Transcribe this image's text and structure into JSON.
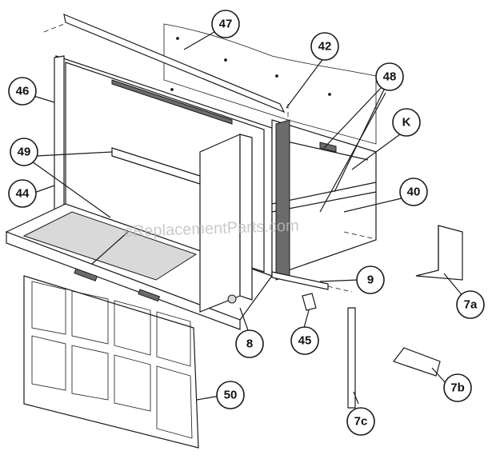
{
  "watermark": "eReplacementParts.com",
  "callouts": [
    {
      "id": "47",
      "label": "47"
    },
    {
      "id": "42",
      "label": "42"
    },
    {
      "id": "46",
      "label": "46"
    },
    {
      "id": "48",
      "label": "48"
    },
    {
      "id": "K",
      "label": "K"
    },
    {
      "id": "49",
      "label": "49"
    },
    {
      "id": "40",
      "label": "40"
    },
    {
      "id": "44",
      "label": "44"
    },
    {
      "id": "9",
      "label": "9"
    },
    {
      "id": "7a",
      "label": "7a"
    },
    {
      "id": "8",
      "label": "8"
    },
    {
      "id": "45",
      "label": "45"
    },
    {
      "id": "50",
      "label": "50"
    },
    {
      "id": "7b",
      "label": "7b"
    },
    {
      "id": "7c",
      "label": "7c"
    }
  ]
}
